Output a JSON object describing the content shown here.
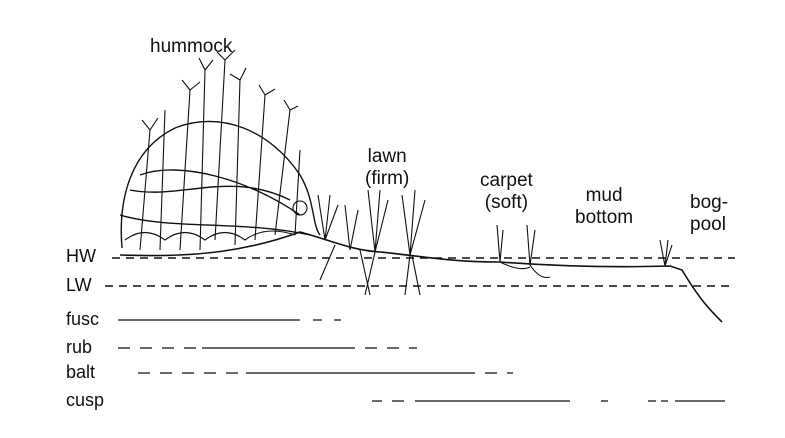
{
  "zones": {
    "hummock": "hummock",
    "lawn": [
      "lawn",
      "(firm)"
    ],
    "carpet": [
      "carpet",
      "(soft)"
    ],
    "mud": [
      "mud",
      "bottom"
    ],
    "pool": [
      "bog-",
      "pool"
    ]
  },
  "levels": {
    "high": "HW",
    "low": "LW"
  },
  "species": [
    "fusc",
    "rub",
    "balt",
    "cusp"
  ]
}
